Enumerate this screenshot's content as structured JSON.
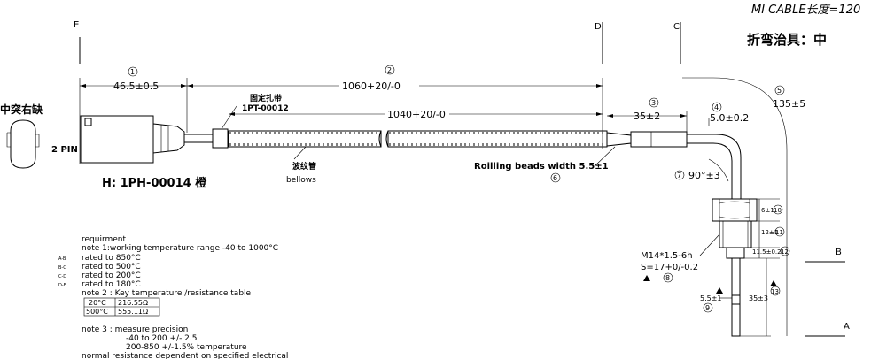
{
  "header": {
    "mi_cable": "MI CABLE长度=120",
    "bending_fixture": "折弯治具：中"
  },
  "section_marks": {
    "E": "E",
    "D": "D",
    "C": "C",
    "B": "B",
    "A": "A"
  },
  "balloons": {
    "b1": "1",
    "b2": "2",
    "b3": "3",
    "b4": "4",
    "b5": "5",
    "b6": "6",
    "b7": "7",
    "b8": "8",
    "b9": "9",
    "b10": "10",
    "b11": "11",
    "b12": "12",
    "b13": "13"
  },
  "dimensions": {
    "d1": "46.5±0.5",
    "d2": "1060+20/-0",
    "d2b": "1040+20/-0",
    "d3": "35±2",
    "d4": "5.0±0.2",
    "d5": "135±5",
    "d7": "90°±3",
    "d10": "6±1",
    "d11": "12±1",
    "d12": "11.5±0.2",
    "d9": "5.5±1",
    "d13": "35±3"
  },
  "labels": {
    "connector_cn": "中突右缺",
    "pins": "2 PIN",
    "housing": "H: 1PH-00014 橙",
    "tie_cn": "固定扎带",
    "tie_part": "1PT-00012",
    "bellows_cn": "波纹管",
    "bellows_en": "bellows",
    "rolling_beads": "Roilling beads width 5.5±1",
    "thread": "M14*1.5-6h",
    "hex": "S=17+0/-0.2"
  },
  "notes": {
    "requirement": "requirment",
    "note1": "note 1:working temperature range -40 to 1000°C",
    "ranges": [
      {
        "code": "A-B",
        "text": "rated to 850°C"
      },
      {
        "code": "B-C",
        "text": "rated to 500°C"
      },
      {
        "code": "C-D",
        "text": "rated to 200°C"
      },
      {
        "code": "D-E",
        "text": "rated to 180°C"
      }
    ],
    "note2": "note 2 : Key temperature /resistance table",
    "table": [
      {
        "temp": "20°C",
        "res": "216.55Ω"
      },
      {
        "temp": "500°C",
        "res": "555.11Ω"
      }
    ],
    "note3": "note 3 : measure precision",
    "prec1": "-40 to 200 +/- 2.5",
    "prec2": "200-850 +/-1.5% temperature",
    "last": "normal resistance dependent on specified electrical"
  }
}
